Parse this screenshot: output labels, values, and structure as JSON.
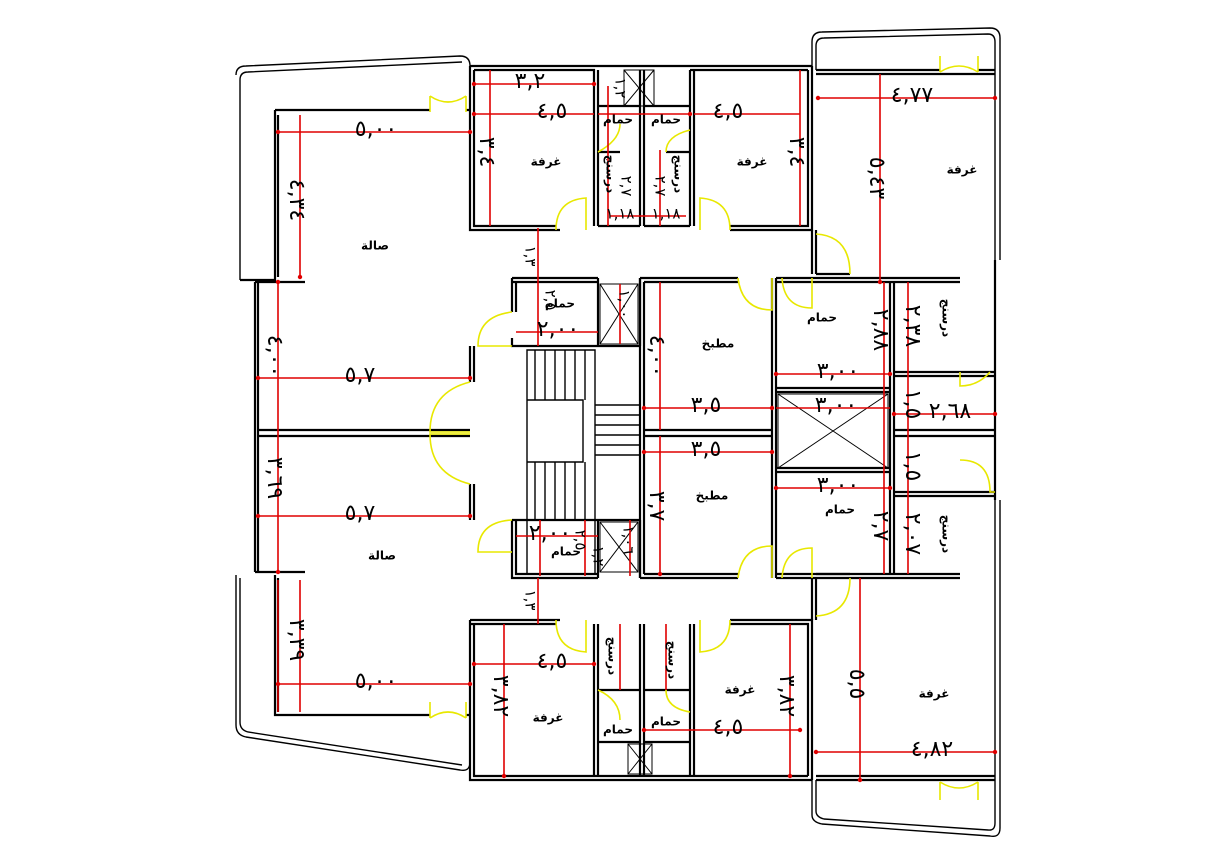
{
  "rooms": {
    "living_top": "صالة",
    "living_bottom": "صالة",
    "kitchen_top": "مطبخ",
    "kitchen_bottom": "مطبخ",
    "bedroom_top_left": "غرفة",
    "bedroom_top_mid": "غرفة",
    "bedroom_top_right": "غرفة",
    "bedroom_bottom_left": "غرفة",
    "bedroom_bottom_mid": "غرفة",
    "bedroom_bottom_right": "غرفة",
    "bath_top_1": "حمام",
    "bath_top_2": "حمام",
    "bath_mid_left_top": "حمام",
    "bath_mid_left_bottom": "حمام",
    "bath_mid_right_top": "حمام",
    "bath_mid_right_bottom": "حمام",
    "bath_bottom_1": "حمام",
    "bath_bottom_2": "حمام",
    "dressing_1": "درسنج",
    "dressing_2": "درسنج",
    "dressing_3": "درسنج",
    "dressing_4": "درسنج",
    "dressing_5": "درسنج",
    "dressing_6": "درسنج"
  },
  "dimensions": {
    "d_32_top": "٣,٢",
    "d_45_top_left": "٤,٥",
    "d_45_top_right": "٤,٥",
    "d_500_top": "٥,٠٠",
    "d_3_left_bed": "٣,٤",
    "d_3_right_bed": "٣,٤",
    "d_477": "٤,٧٧",
    "d_543": "٥,٤٣",
    "d_434": "٤,٣٤",
    "d_400": "٤,٠٠",
    "d_57_top": "٥,٧",
    "d_57_bottom": "٥,٧",
    "d_369": "٣,٦٩",
    "d_339": "٣,٣٩",
    "d_500_bottom": "٥,٠٠",
    "d_35_top": "٣,٥",
    "d_35_bottom": "٣,٥",
    "d_400_kit": "٤,٠٠",
    "d_37_kit": "٣,٧",
    "d_300_a": "٣,٠٠",
    "d_300_b": "٣,٠٠",
    "d_300_c": "٣,٠٠",
    "d_268": "٢,٦٨",
    "d_288": "٢,٨٨",
    "d_27": "٢,٧",
    "d_238": "٢,٣٨",
    "d_207": "٢,٠٧",
    "d_200_a": "٢,٠٠",
    "d_200_b": "٢,٠٠",
    "d_15_a": "١,٥",
    "d_15_b": "١,٥",
    "d_45_bottom_left": "٤,٥",
    "d_45_bottom_right": "٤,٥",
    "d_382_left": "٣,٨٢",
    "d_382_right": "٣,٨٢",
    "d_55": "٥,٥",
    "d_482": "٤,٨٢",
    "d_13_a": "١,٣",
    "d_13_b": "١,٣",
    "d_12": "١,٢",
    "d_118_a": "١,١٨",
    "d_118_b": "١,١٨",
    "d_27_a": "٢,٧",
    "d_27_b": "٢,٧",
    "d_25_a": "٢,٥",
    "d_25_b": "٢,٥",
    "d_1_a": "١,٠٠",
    "d_1_b": "١,٠٦",
    "d_12_b": "١,٢"
  }
}
